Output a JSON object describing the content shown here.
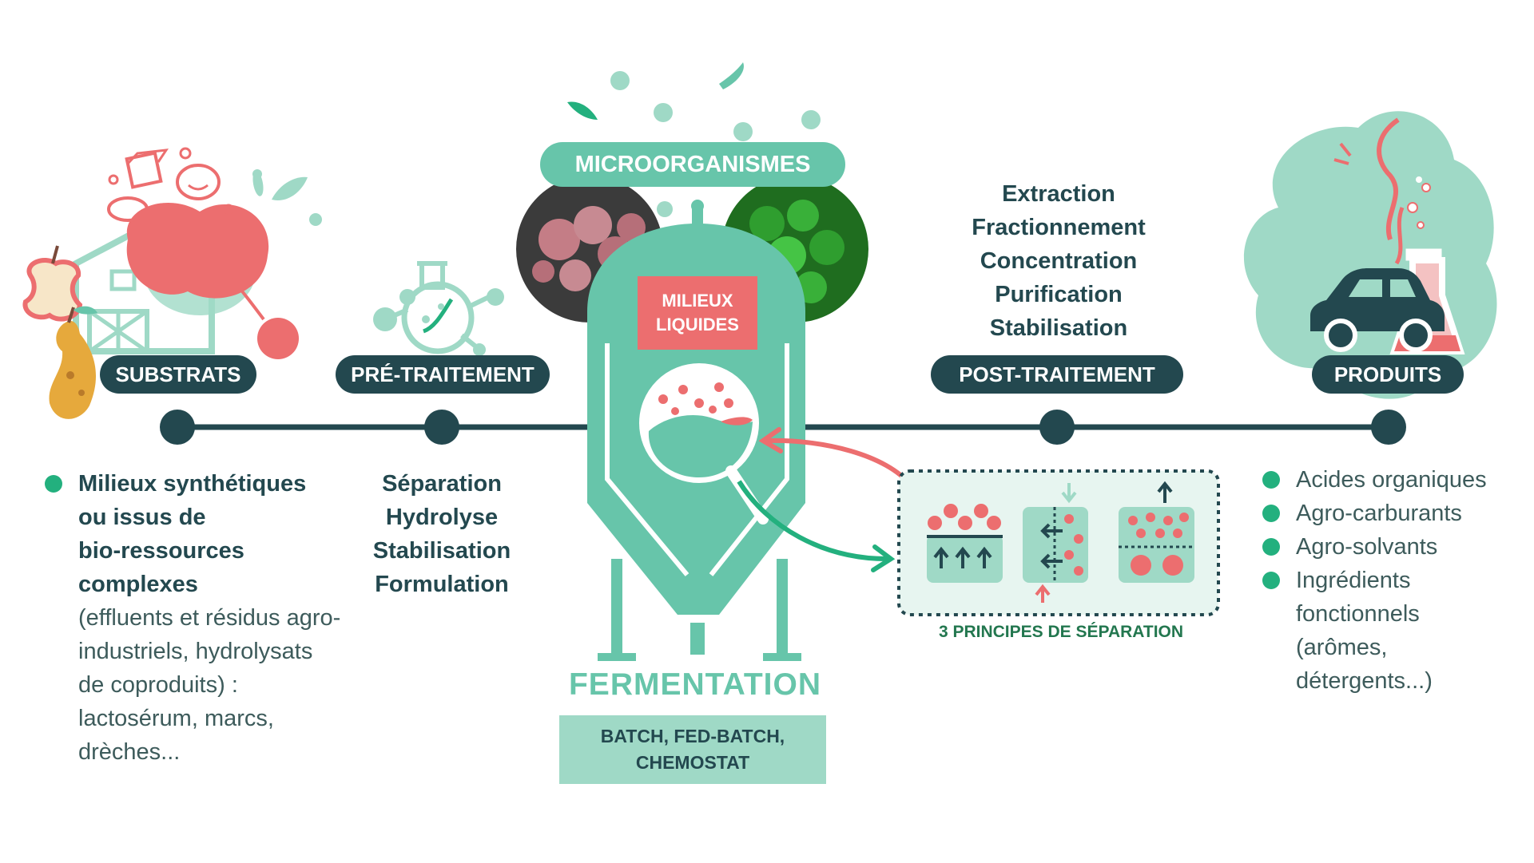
{
  "stages": {
    "substrats": "SUBSTRATS",
    "pretraitement": "PRÉ-TRAITEMENT",
    "microorganismes": "MICROORGANISMES",
    "posttraitement": "POST-TRAITEMENT",
    "produits": "PRODUITS"
  },
  "substrats": {
    "bold": [
      "Milieux synthétiques",
      "ou issus de",
      "bio-ressources",
      "complexes"
    ],
    "detail": [
      "(effluents et résidus agro-",
      "industriels, hydrolysats",
      "de coproduits) :",
      "lactosérum, marcs,",
      "drèches..."
    ]
  },
  "pretraitement_steps": [
    "Séparation",
    "Hydrolyse",
    "Stabilisation",
    "Formulation"
  ],
  "posttraitement_steps": [
    "Extraction",
    "Fractionnement",
    "Concentration",
    "Purification",
    "Stabilisation"
  ],
  "milieux": [
    "MILIEUX",
    "LIQUIDES"
  ],
  "fermentation": {
    "title": "FERMENTATION",
    "modes": [
      "BATCH, FED-BATCH,",
      "CHEMOSTAT"
    ]
  },
  "separation_title": "3 PRINCIPES DE SÉPARATION",
  "produits": [
    "Acides organiques",
    "Agro-carburants",
    "Agro-solvants",
    "Ingrédients fonctionnels (arômes, détergents...)"
  ],
  "produits_lines": [
    [
      "Acides organiques"
    ],
    [
      "Agro-carburants"
    ],
    [
      "Agro-solvants"
    ],
    [
      "Ingrédients",
      "fonctionnels",
      "(arômes,",
      "détergents...)"
    ]
  ],
  "colors": {
    "dark": "#23484f",
    "mint": "#67c5aa",
    "mint_light": "#9fd9c6",
    "coral": "#ec6e6f",
    "green": "#23b07e"
  }
}
